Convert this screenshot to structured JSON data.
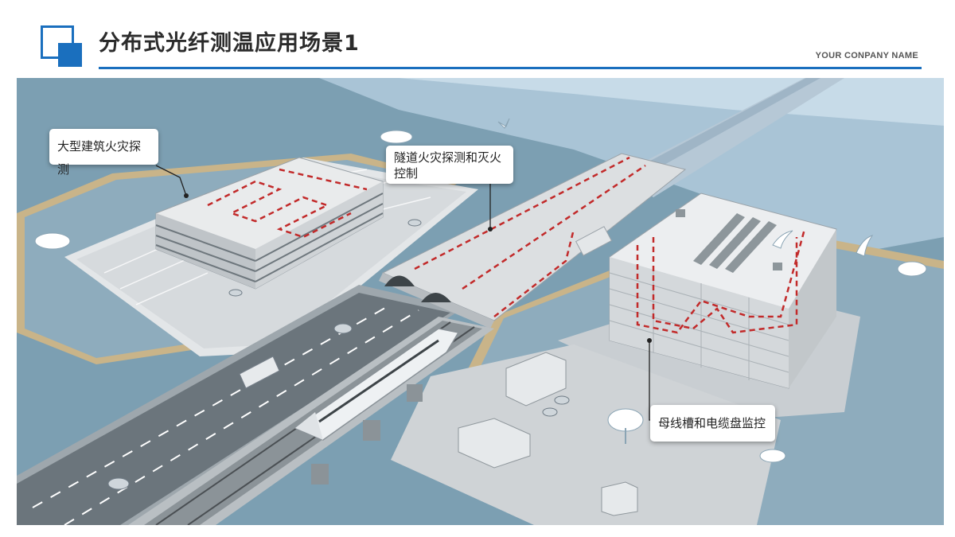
{
  "header": {
    "title": "分布式光纤测温应用场景1",
    "company": "YOUR CONPANY NAME"
  },
  "callouts": {
    "building_fire": "大型建筑火灾探测",
    "tunnel_fire": "隧道火灾探测和灭火控制",
    "busbar": "母线槽和电缆盘监控"
  },
  "colors": {
    "accent": "#1a6fbe",
    "water": "#7a9fb3",
    "sand": "#c8b38a",
    "fiber_line": "#c22a2a"
  },
  "icons": [
    "logo-squares-icon",
    "cloud-icon",
    "bird-icon",
    "tree-icon",
    "car-icon",
    "truck-icon",
    "train-icon"
  ]
}
